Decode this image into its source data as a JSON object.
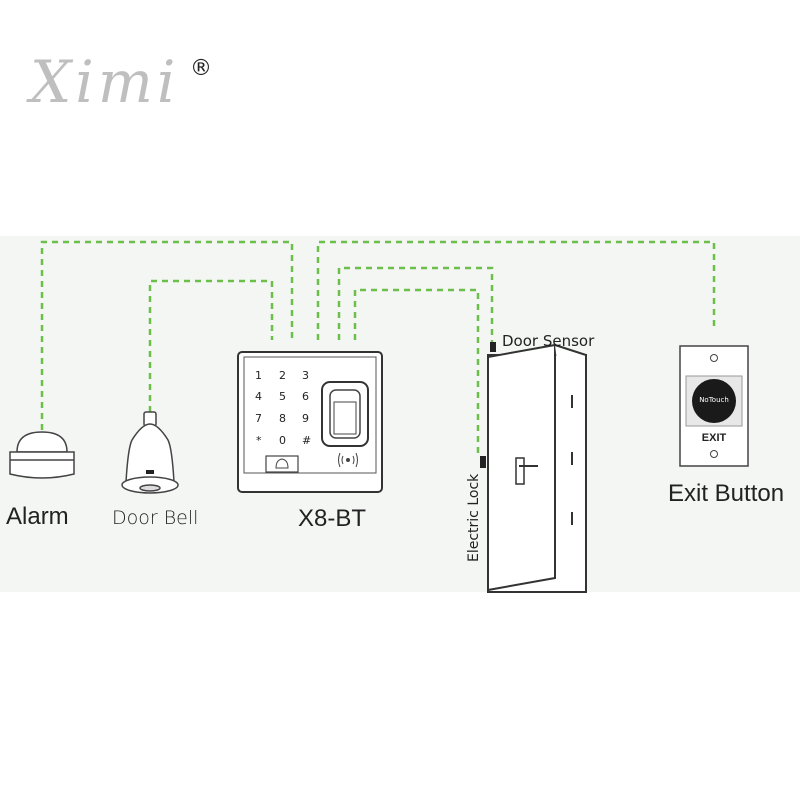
{
  "logo": {
    "text": "Ximi",
    "registered_mark": "®"
  },
  "labels": {
    "alarm": "Alarm",
    "door_bell": "Door Bell",
    "device": "X8-BT",
    "door_sensor": "Door Sensor",
    "electric_lock": "Electric Lock",
    "exit_button": "Exit Button"
  },
  "keypad": [
    "1",
    "2",
    "3",
    "4",
    "5",
    "6",
    "7",
    "8",
    "9",
    "*",
    "0",
    "#"
  ],
  "exit_button": {
    "face_text": "NoTouch",
    "plate_text": "EXIT"
  },
  "colors": {
    "wire": "#6cc04a",
    "band": "#f4f6f4",
    "stroke": "#333333"
  },
  "icons": {
    "doorbell_button": "bell-icon",
    "wireless": "wireless-icon"
  }
}
